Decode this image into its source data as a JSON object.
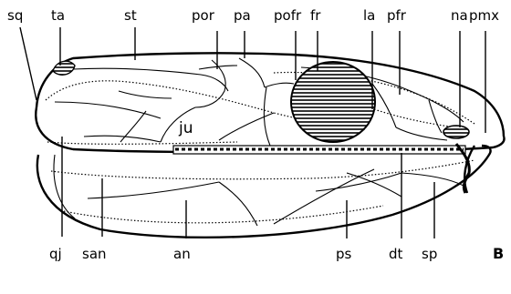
{
  "labels": {
    "sq": "sq",
    "ta": "ta",
    "st": "st",
    "por": "por",
    "pa": "pa",
    "pofr": "pofr",
    "fr": "fr",
    "la": "la",
    "pfr": "pfr",
    "na": "na",
    "pmx": "pmx",
    "ju": "ju",
    "qj": "qj",
    "san": "san",
    "an": "an",
    "ps": "ps",
    "dt": "dt",
    "sp": "sp",
    "panel": "B"
  }
}
